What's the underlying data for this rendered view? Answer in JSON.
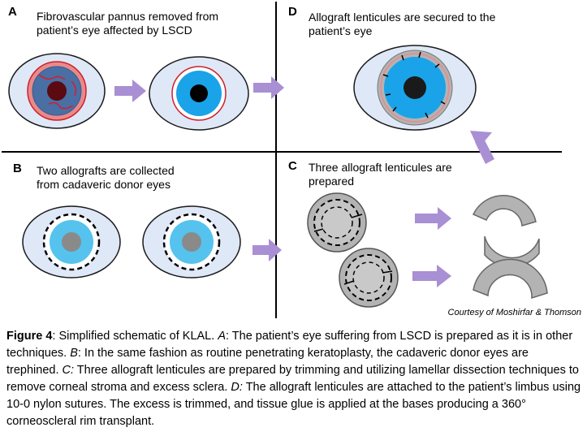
{
  "panels": {
    "A": {
      "letter": "A",
      "text_line1": "Fibrovascular pannus removed from",
      "text_line2": "patient’s eye affected by LSCD"
    },
    "B": {
      "letter": "B",
      "text_line1": "Two allografts are collected",
      "text_line2": "from cadaveric donor eyes"
    },
    "C": {
      "letter": "C",
      "text_line1": "Three allograft lenticules are",
      "text_line2": "prepared"
    },
    "D": {
      "letter": "D",
      "text_line1": "Allograft lenticules are secured to the",
      "text_line2": "patient’s eye"
    }
  },
  "credit": "Courtesy of Moshirfar & Thomson",
  "caption": {
    "label": "Figure 4",
    "intro": ": Simplified schematic of KLAL. ",
    "a_letter": "A",
    "a_text": ": The patient’s eye suffering from LSCD is prepared as it is in other techniques. ",
    "b_letter": "B",
    "b_text": ": In the same fashion as routine penetrating keratoplasty, the cadaveric donor eyes are trephined. ",
    "c_letter": "C:",
    "c_text": " Three allograft lenticules are prepared by trimming and utilizing lamellar dissection techniques to remove corneal stroma and excess sclera. ",
    "d_letter": "D:",
    "d_text": " The allograft lenticules are attached to the patient’s limbus using 10-0 nylon sutures. The excess is trimmed, and tissue glue is applied at the bases producing a 360° corneoscleral rim transplant."
  },
  "colors": {
    "eye_white": "#dfe8f7",
    "diseased_cornea": "#4a6fa5",
    "pannus": "#e88a8a",
    "limbus_red": "#d0202a",
    "healthy_cornea": "#1aa3e8",
    "donor_cornea": "#55c3ee",
    "graft_gray": "#b3b3b3",
    "arrow": "#a98fd3"
  }
}
